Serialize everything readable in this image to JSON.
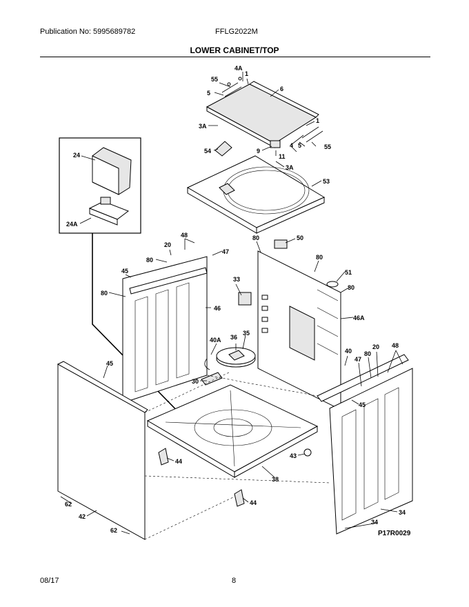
{
  "header": {
    "publication": "Publication No: 5995689782",
    "model": "FFLG2022M",
    "title": "LOWER CABINET/TOP"
  },
  "footer": {
    "date": "08/17",
    "page": "8"
  },
  "diagram": {
    "code": "P17R0029",
    "labels": {
      "l55a": "55",
      "l4A": "4A",
      "l1a": "1",
      "l5a": "5",
      "l6": "6",
      "l3Aa": "3A",
      "l1b": "1",
      "l4": "4",
      "l5b": "5",
      "l55b": "55",
      "l9": "9",
      "l11": "11",
      "l54": "54",
      "l3Ab": "3A",
      "l53": "53",
      "l24": "24",
      "l24A": "24A",
      "l20a": "20",
      "l48a": "48",
      "l80a": "80",
      "l47a": "47",
      "l45a": "45",
      "l80b": "80",
      "l46": "46",
      "l80c": "80",
      "l50": "50",
      "l80d": "80",
      "l51": "51",
      "l80e": "80",
      "l33": "33",
      "l46A": "46A",
      "l40A": "40A",
      "l36": "36",
      "l35": "35",
      "l40": "40",
      "l20b": "20",
      "l48b": "48",
      "l80f": "80",
      "l47b": "47",
      "l45b": "45",
      "l45c": "45",
      "l30": "30",
      "l44a": "44",
      "l43": "43",
      "l38": "38",
      "l44b": "44",
      "l62a": "62",
      "l42": "42",
      "l62b": "62",
      "l34a": "34",
      "l34b": "34"
    }
  }
}
